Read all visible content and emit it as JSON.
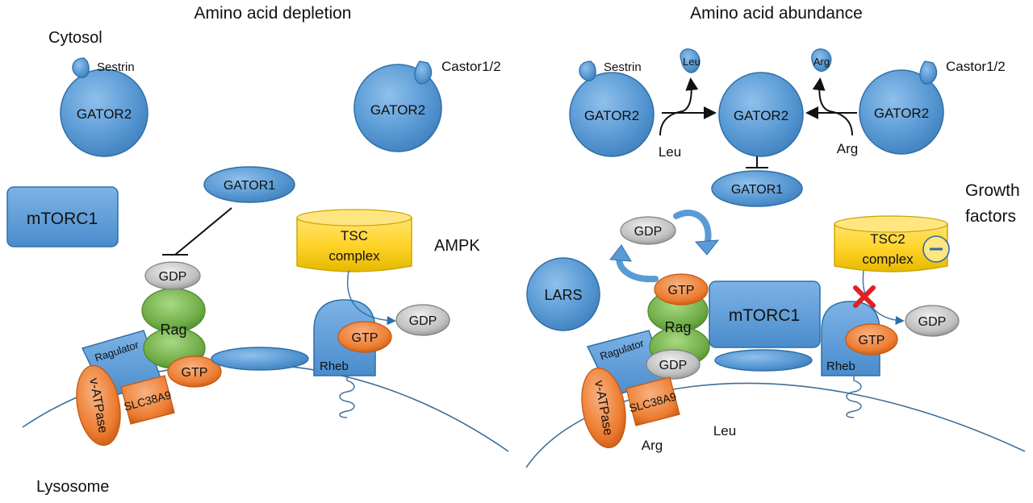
{
  "left": {
    "heading": "Amino acid depletion",
    "cytosol": "Cytosol",
    "lysosome": "Lysosome",
    "gator2_sestrin": "GATOR2",
    "sestrin": "Sestrin",
    "gator2_castor": "GATOR2",
    "castor": "Castor1/2",
    "mtorc1": "mTORC1",
    "gator1": "GATOR1",
    "gdp": "GDP",
    "rag": "Rag",
    "gtp_rag": "GTP",
    "ragulator": "Ragulator",
    "vatpase": "v-ATPase",
    "slc38a9": "SLC38A9",
    "tsc_line1": "TSC",
    "tsc_line2": "complex",
    "ampk": "AMPK",
    "rheb": "Rheb",
    "gtp_rheb": "GTP",
    "gdp_rheb": "GDP"
  },
  "right": {
    "heading": "Amino acid abundance",
    "gator2_sestrin": "GATOR2",
    "sestrin": "Sestrin",
    "leu_bound": "Leu",
    "gator2_center": "GATOR2",
    "arg_bound": "Arg",
    "gator2_castor": "GATOR2",
    "castor": "Castor1/2",
    "leu_input": "Leu",
    "arg_input": "Arg",
    "gator1": "GATOR1",
    "growth_line1": "Growth",
    "growth_line2": "factors",
    "gdp_cycle": "GDP",
    "lars": "LARS",
    "gtp_rag": "GTP",
    "rag": "Rag",
    "gdp_rag": "GDP",
    "mtorc1": "mTORC1",
    "ragulator": "Ragulator",
    "vatpase": "v-ATPase",
    "slc38a9": "SLC38A9",
    "arg_lumen": "Arg",
    "leu_lumen": "Leu",
    "tsc2_line1": "TSC2",
    "tsc2_line2": "complex",
    "rheb": "Rheb",
    "gtp_rheb": "GTP",
    "gdp_rheb": "GDP"
  },
  "colors": {
    "blue": "#5b9bd5",
    "blue_dark": "#2e6fa8",
    "green": "#70ad47",
    "orange": "#ed7d31",
    "gray": "#bfbfbf",
    "yellow": "#ffd42a",
    "membrane": "#3d6e99",
    "red_x": "#e02020"
  }
}
